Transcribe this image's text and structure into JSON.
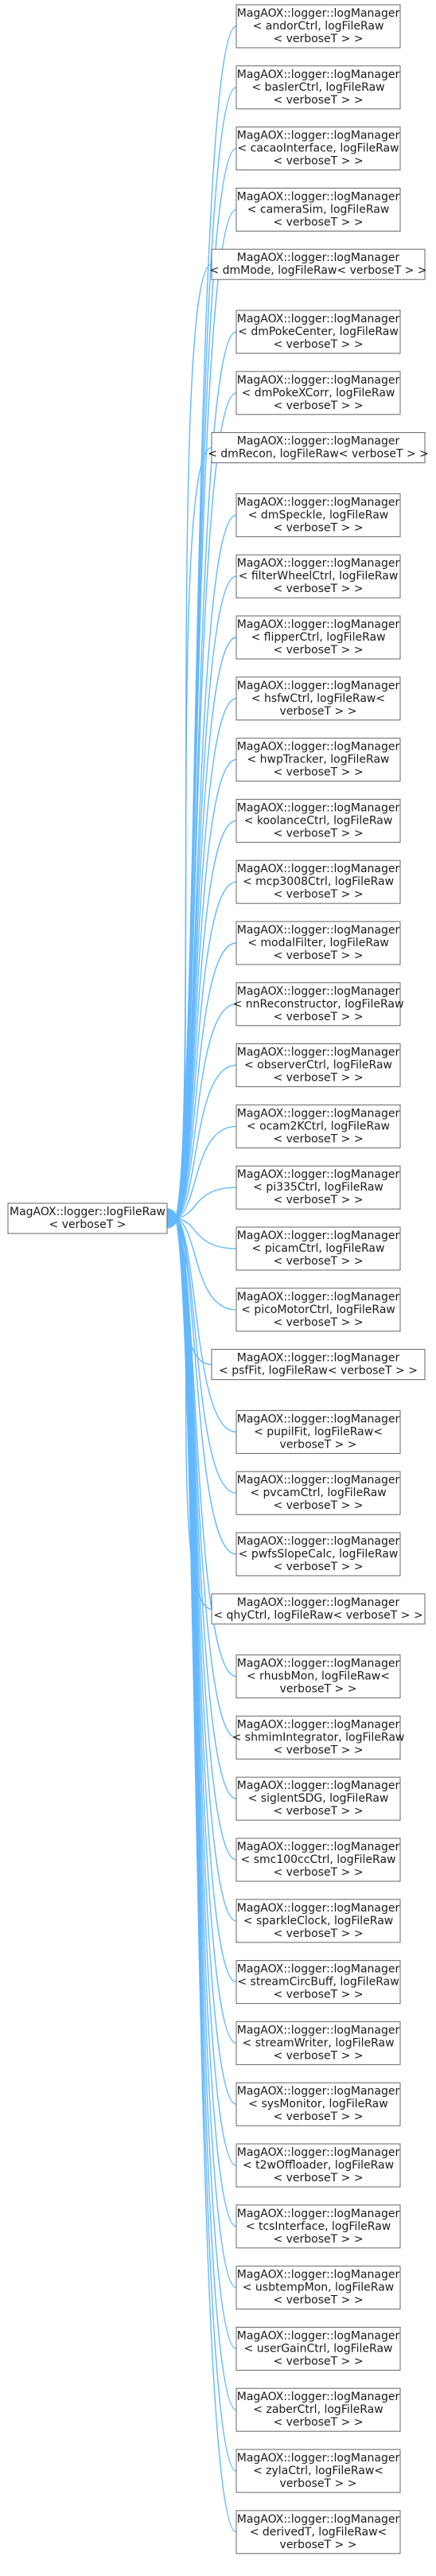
{
  "base": {
    "lines": [
      "MagAOX::logger::logFileRaw",
      "< verboseT >"
    ]
  },
  "derived": [
    {
      "lines": [
        "MagAOX::logger::logManager",
        "< andorCtrl, logFileRaw",
        "< verboseT > >"
      ]
    },
    {
      "lines": [
        "MagAOX::logger::logManager",
        "< baslerCtrl, logFileRaw",
        "< verboseT > >"
      ]
    },
    {
      "lines": [
        "MagAOX::logger::logManager",
        "< cacaoInterface, logFileRaw",
        "< verboseT > >"
      ]
    },
    {
      "lines": [
        "MagAOX::logger::logManager",
        "< cameraSim, logFileRaw",
        "< verboseT > >"
      ]
    },
    {
      "lines": [
        "MagAOX::logger::logManager",
        "< dmMode, logFileRaw< verboseT > >"
      ]
    },
    {
      "lines": [
        "MagAOX::logger::logManager",
        "< dmPokeCenter, logFileRaw",
        "< verboseT > >"
      ]
    },
    {
      "lines": [
        "MagAOX::logger::logManager",
        "< dmPokeXCorr, logFileRaw",
        "< verboseT > >"
      ]
    },
    {
      "lines": [
        "MagAOX::logger::logManager",
        "< dmRecon, logFileRaw< verboseT > >"
      ]
    },
    {
      "lines": [
        "MagAOX::logger::logManager",
        "< dmSpeckle, logFileRaw",
        "< verboseT > >"
      ]
    },
    {
      "lines": [
        "MagAOX::logger::logManager",
        "< filterWheelCtrl, logFileRaw",
        "< verboseT > >"
      ]
    },
    {
      "lines": [
        "MagAOX::logger::logManager",
        "< flipperCtrl, logFileRaw",
        "< verboseT > >"
      ]
    },
    {
      "lines": [
        "MagAOX::logger::logManager",
        "< hsfwCtrl, logFileRaw<",
        "verboseT > >"
      ]
    },
    {
      "lines": [
        "MagAOX::logger::logManager",
        "< hwpTracker, logFileRaw",
        "< verboseT > >"
      ]
    },
    {
      "lines": [
        "MagAOX::logger::logManager",
        "< koolanceCtrl, logFileRaw",
        "< verboseT > >"
      ]
    },
    {
      "lines": [
        "MagAOX::logger::logManager",
        "< mcp3008Ctrl, logFileRaw",
        "< verboseT > >"
      ]
    },
    {
      "lines": [
        "MagAOX::logger::logManager",
        "< modalFilter, logFileRaw",
        "< verboseT > >"
      ]
    },
    {
      "lines": [
        "MagAOX::logger::logManager",
        "< nnReconstructor, logFileRaw",
        "< verboseT > >"
      ]
    },
    {
      "lines": [
        "MagAOX::logger::logManager",
        "< observerCtrl, logFileRaw",
        "< verboseT > >"
      ]
    },
    {
      "lines": [
        "MagAOX::logger::logManager",
        "< ocam2KCtrl, logFileRaw",
        "< verboseT > >"
      ]
    },
    {
      "lines": [
        "MagAOX::logger::logManager",
        "< pi335Ctrl, logFileRaw",
        "< verboseT > >"
      ]
    },
    {
      "lines": [
        "MagAOX::logger::logManager",
        "< picamCtrl, logFileRaw",
        "< verboseT > >"
      ]
    },
    {
      "lines": [
        "MagAOX::logger::logManager",
        "< picoMotorCtrl, logFileRaw",
        "< verboseT > >"
      ]
    },
    {
      "lines": [
        "MagAOX::logger::logManager",
        "< psfFit, logFileRaw< verboseT > >"
      ]
    },
    {
      "lines": [
        "MagAOX::logger::logManager",
        "< pupilFit, logFileRaw<",
        "verboseT > >"
      ]
    },
    {
      "lines": [
        "MagAOX::logger::logManager",
        "< pvcamCtrl, logFileRaw",
        "< verboseT > >"
      ]
    },
    {
      "lines": [
        "MagAOX::logger::logManager",
        "< pwfsSlopeCalc, logFileRaw",
        "< verboseT > >"
      ]
    },
    {
      "lines": [
        "MagAOX::logger::logManager",
        "< qhyCtrl, logFileRaw< verboseT > >"
      ]
    },
    {
      "lines": [
        "MagAOX::logger::logManager",
        "< rhusbMon, logFileRaw<",
        "verboseT > >"
      ]
    },
    {
      "lines": [
        "MagAOX::logger::logManager",
        "< shmimIntegrator, logFileRaw",
        "< verboseT > >"
      ]
    },
    {
      "lines": [
        "MagAOX::logger::logManager",
        "< siglentSDG, logFileRaw",
        "< verboseT > >"
      ]
    },
    {
      "lines": [
        "MagAOX::logger::logManager",
        "< smc100ccCtrl, logFileRaw",
        "< verboseT > >"
      ]
    },
    {
      "lines": [
        "MagAOX::logger::logManager",
        "< sparkleClock, logFileRaw",
        "< verboseT > >"
      ]
    },
    {
      "lines": [
        "MagAOX::logger::logManager",
        "< streamCircBuff, logFileRaw",
        "< verboseT > >"
      ]
    },
    {
      "lines": [
        "MagAOX::logger::logManager",
        "< streamWriter, logFileRaw",
        "< verboseT > >"
      ]
    },
    {
      "lines": [
        "MagAOX::logger::logManager",
        "< sysMonitor, logFileRaw",
        "< verboseT > >"
      ]
    },
    {
      "lines": [
        "MagAOX::logger::logManager",
        "< t2wOffloader, logFileRaw",
        "< verboseT > >"
      ]
    },
    {
      "lines": [
        "MagAOX::logger::logManager",
        "< tcsInterface, logFileRaw",
        "< verboseT > >"
      ]
    },
    {
      "lines": [
        "MagAOX::logger::logManager",
        "< usbtempMon, logFileRaw",
        "< verboseT > >"
      ]
    },
    {
      "lines": [
        "MagAOX::logger::logManager",
        "< userGainCtrl, logFileRaw",
        "< verboseT > >"
      ]
    },
    {
      "lines": [
        "MagAOX::logger::logManager",
        "< zaberCtrl, logFileRaw",
        "< verboseT > >"
      ]
    },
    {
      "lines": [
        "MagAOX::logger::logManager",
        "< zylaCtrl, logFileRaw<",
        "verboseT > >"
      ]
    },
    {
      "lines": [
        "MagAOX::logger::logManager",
        "< derivedT, logFileRaw<",
        "verboseT > >"
      ]
    }
  ],
  "colors": {
    "edge": "#63b8ff",
    "node_border": "#666666",
    "node_fill": "#ffffff",
    "text": "#1a1a1a"
  }
}
